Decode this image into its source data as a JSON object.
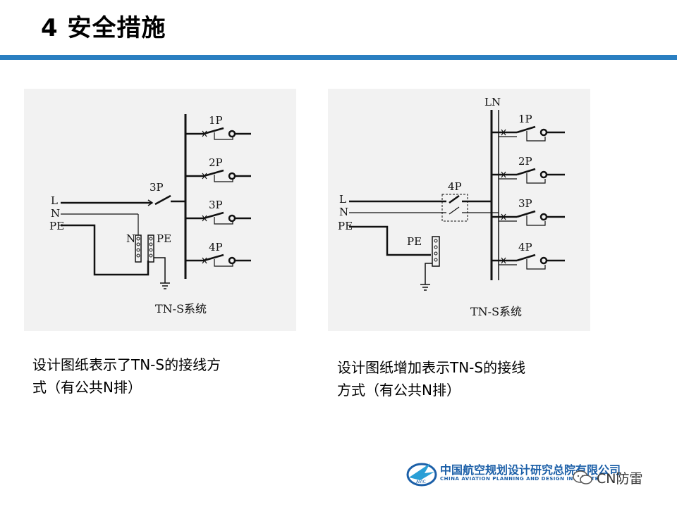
{
  "slide": {
    "title": "4 安全措施"
  },
  "diagram_left": {
    "labels": {
      "L": "L",
      "N": "N",
      "PE": "PE",
      "main_switch": "3P",
      "nbar": "N",
      "pebar": "PE",
      "b1": "1P",
      "b2": "2P",
      "b3": "3P",
      "b4": "4P",
      "system": "TN-S系统"
    }
  },
  "diagram_right": {
    "labels": {
      "L": "L",
      "N": "N",
      "PE": "PE",
      "main_switch": "4P",
      "pebar": "PE",
      "bus": "LN",
      "b1": "1P",
      "b2": "2P",
      "b3": "3P",
      "b4": "4P",
      "system": "TN-S系统"
    }
  },
  "captions": {
    "left_line1": "设计图纸表示了TN-S的接线方",
    "left_line2": "式（有公共N排）",
    "right_line1": "设计图纸增加表示TN-S的接线",
    "right_line2": "方式（有公共N排）"
  },
  "footer": {
    "logo_cn": "中国航空规划设计研究总院有限公司",
    "logo_en": "CHINA AVIATION PLANNING AND DESIGN INSTITUTE",
    "watermark": "CN防雷"
  },
  "colors": {
    "accent_rule": "#2a7fc1",
    "logo_blue": "#1b5fa8"
  }
}
